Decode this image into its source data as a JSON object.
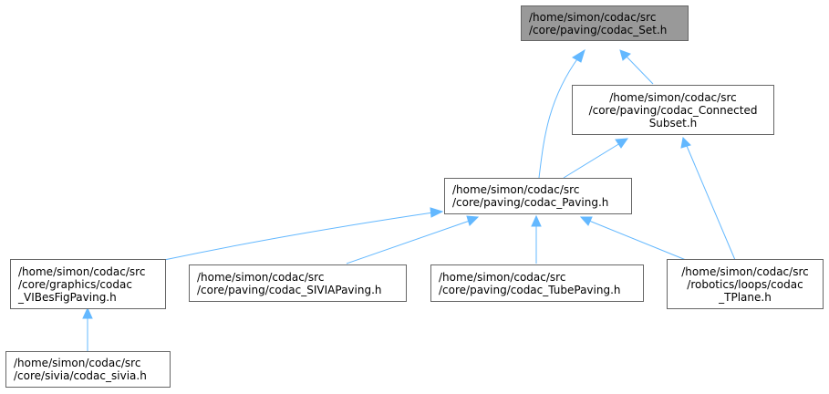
{
  "diagram": {
    "nodes": {
      "set": [
        "/home/simon/codac/src",
        "/core/paving/codac_Set.h"
      ],
      "connected": [
        "/home/simon/codac/src",
        "/core/paving/codac_Connected",
        "Subset.h"
      ],
      "paving": [
        "/home/simon/codac/src",
        "/core/paving/codac_Paving.h"
      ],
      "vibes": [
        "/home/simon/codac/src",
        "/core/graphics/codac",
        "_VIBesFigPaving.h"
      ],
      "sivia_paving": [
        "/home/simon/codac/src",
        "/core/paving/codac_SIVIAPaving.h"
      ],
      "tube_paving": [
        "/home/simon/codac/src",
        "/core/paving/codac_TubePaving.h"
      ],
      "tplane": [
        "/home/simon/codac/src",
        "/robotics/loops/codac",
        "_TPlane.h"
      ],
      "sivia": [
        "/home/simon/codac/src",
        "/core/sivia/codac_sivia.h"
      ]
    },
    "edges": [
      {
        "from": "paving",
        "to": "set"
      },
      {
        "from": "connected",
        "to": "set"
      },
      {
        "from": "paving",
        "to": "connected"
      },
      {
        "from": "tplane",
        "to": "connected"
      },
      {
        "from": "vibes",
        "to": "paving"
      },
      {
        "from": "sivia_paving",
        "to": "paving"
      },
      {
        "from": "tube_paving",
        "to": "paving"
      },
      {
        "from": "tplane",
        "to": "paving"
      },
      {
        "from": "sivia",
        "to": "vibes"
      }
    ],
    "colors": {
      "edge": "#63b8ff",
      "node_border": "#666666",
      "root_fill": "#999999",
      "node_fill": "#ffffff"
    }
  }
}
